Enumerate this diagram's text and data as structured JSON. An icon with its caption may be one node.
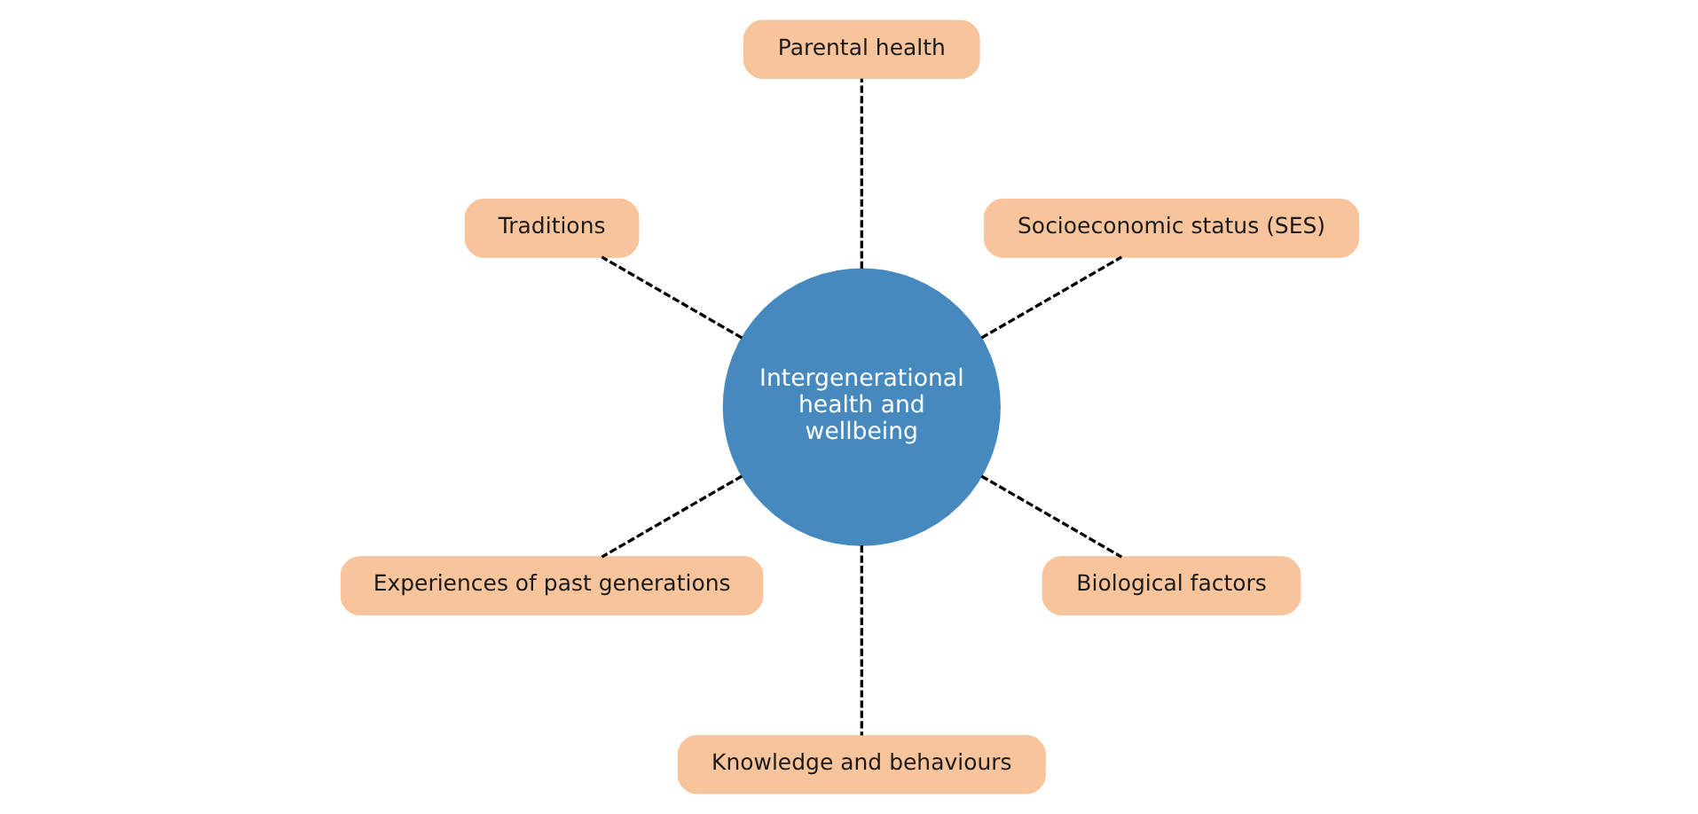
{
  "diagram": {
    "nodes": [
      {
        "text": [
          "Intergenerational health and wellbeing"
        ]
      },
      {
        "text": [
          "Socioeconomic status (SES)"
        ]
      },
      {
        "text": [
          "Parental health"
        ]
      },
      {
        "text": [
          "Traditions"
        ]
      },
      {
        "text": [
          "Experiences of past generations"
        ]
      },
      {
        "text": [
          "Knowledge and behaviours"
        ]
      },
      {
        "text": [
          "Biological factors"
        ]
      }
    ],
    "edges": [
      {
        "from": 0,
        "to": 1,
        "arrow": "none",
        "style": "dashed"
      },
      {
        "from": 0,
        "to": 3,
        "arrow": "none",
        "style": "dashed"
      },
      {
        "from": 0,
        "to": 5,
        "arrow": "none",
        "style": "dashed"
      },
      {
        "from": 0,
        "to": 6,
        "arrow": "none",
        "style": "dashed"
      },
      {
        "from": 0,
        "to": 4,
        "arrow": "none",
        "style": "dashed"
      },
      {
        "from": 0,
        "to": 2,
        "arrow": "none",
        "style": "dashed"
      }
    ]
  }
}
